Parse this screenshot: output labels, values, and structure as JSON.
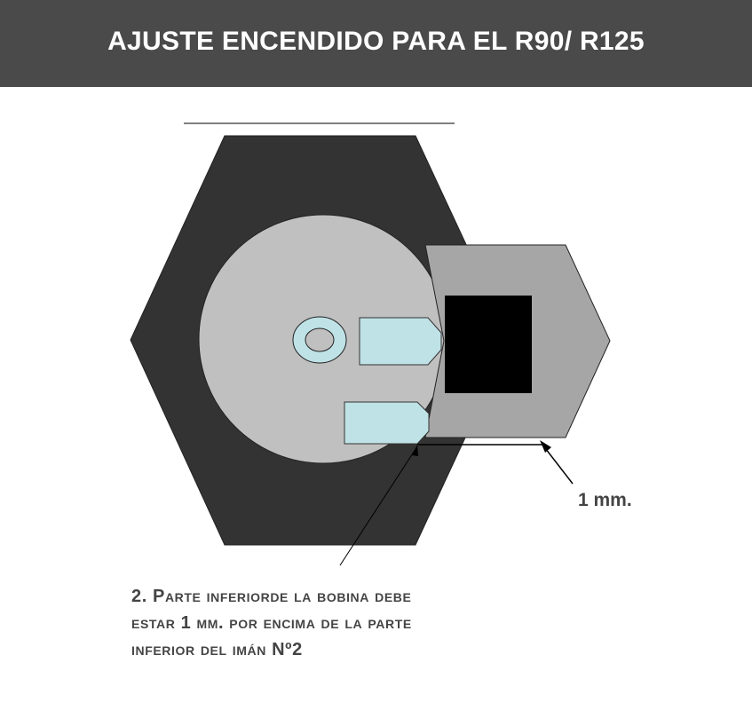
{
  "header": {
    "title": "AJUSTE ENCENDIDO PARA EL R90/ R125"
  },
  "diagram": {
    "gap_label": "1 mm.",
    "caption_lines": [
      "2. Parte inferiorde la bobina debe",
      "estar 1 mm. por encima de la parte",
      "inferior del imán Nº2"
    ]
  },
  "colors": {
    "header_bg": "#4a4a4a",
    "hex_nut": "#333333",
    "rotor_disc": "#c0c0c0",
    "coil_body": "#a6a6a6",
    "magnet_core": "#000000",
    "contact_tab": "#bfe2e6",
    "label_text": "#444444"
  }
}
